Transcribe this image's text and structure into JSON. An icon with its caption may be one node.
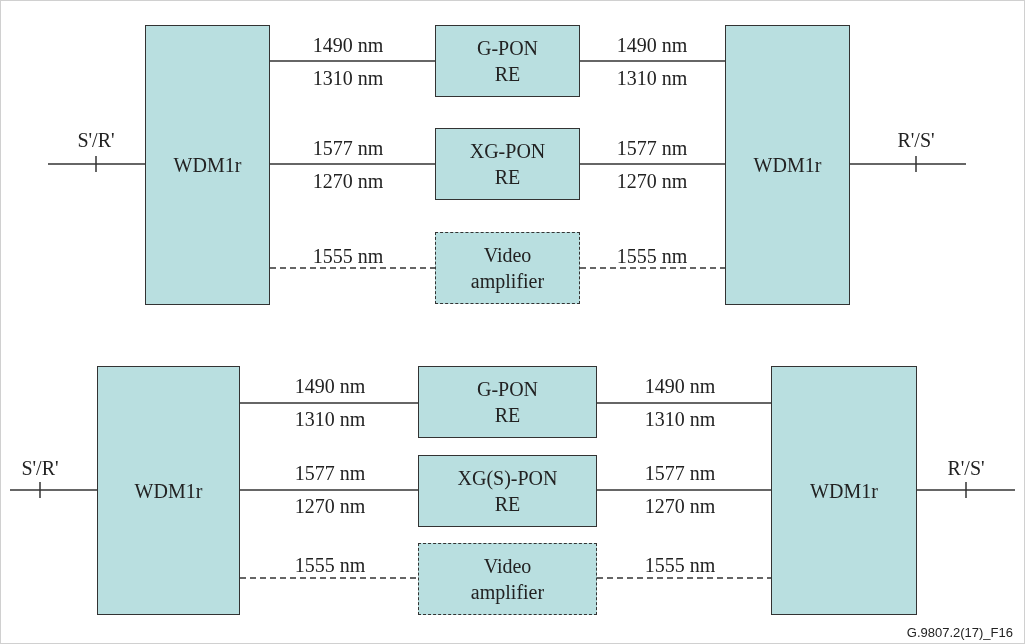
{
  "diagram": {
    "nodes": [
      {
        "text": [
          "WDM1r"
        ]
      },
      {
        "text": [
          "G-PON RE"
        ]
      },
      {
        "text": [
          "XG-PON RE"
        ]
      },
      {
        "text": [
          "Video amplifier"
        ]
      },
      {
        "text": [
          "WDM1r"
        ]
      },
      {
        "text": [
          "WDM1r"
        ]
      },
      {
        "text": [
          "G-PON RE"
        ]
      },
      {
        "text": [
          "XG(S)-PON RE"
        ]
      },
      {
        "text": [
          "Video amplifier"
        ]
      },
      {
        "text": [
          "WDM1r"
        ]
      }
    ],
    "edges": [
      {
        "from": 0,
        "to": 1,
        "arrow": "none"
      },
      {
        "from": 1,
        "to": 4,
        "arrow": "none"
      },
      {
        "from": null,
        "to": 0,
        "arrow": "none"
      },
      {
        "from": 4,
        "to": null,
        "arrow": "none"
      },
      {
        "from": 0,
        "to": 2,
        "arrow": "none"
      },
      {
        "from": 2,
        "to": 4,
        "arrow": "none"
      },
      {
        "from": 0,
        "to": 3,
        "arrow": "none",
        "style": "dashed"
      },
      {
        "from": 3,
        "to": 4,
        "arrow": "none",
        "style": "dashed"
      },
      {
        "from": 5,
        "to": 6,
        "arrow": "none"
      },
      {
        "from": 6,
        "to": 9,
        "arrow": "none"
      },
      {
        "from": null,
        "to": 5,
        "arrow": "none"
      },
      {
        "from": 9,
        "to": null,
        "arrow": "none"
      },
      {
        "from": 5,
        "to": 7,
        "arrow": "none"
      },
      {
        "from": 7,
        "to": 9,
        "arrow": "none"
      },
      {
        "from": 5,
        "to": 8,
        "arrow": "none",
        "style": "dashed"
      },
      {
        "from": 8,
        "to": 9,
        "arrow": "none",
        "style": "dashed"
      }
    ],
    "labels": [
      "1490 nm",
      "1490 nm",
      "1310 nm",
      "1310 nm",
      "S'/R'",
      "1577 nm",
      "1577 nm",
      "R'/S'",
      "1270 nm",
      "1270 nm",
      "1555 nm",
      "1555 nm",
      "1490 nm",
      "1490 nm",
      "1310 nm",
      "1310 nm",
      "S'/R'",
      "1577 nm",
      "1577 nm",
      "R'/S'",
      "1270 nm",
      "1270 nm",
      "1555 nm",
      "1555 nm",
      "G.9807.2(17)_F16"
    ]
  }
}
